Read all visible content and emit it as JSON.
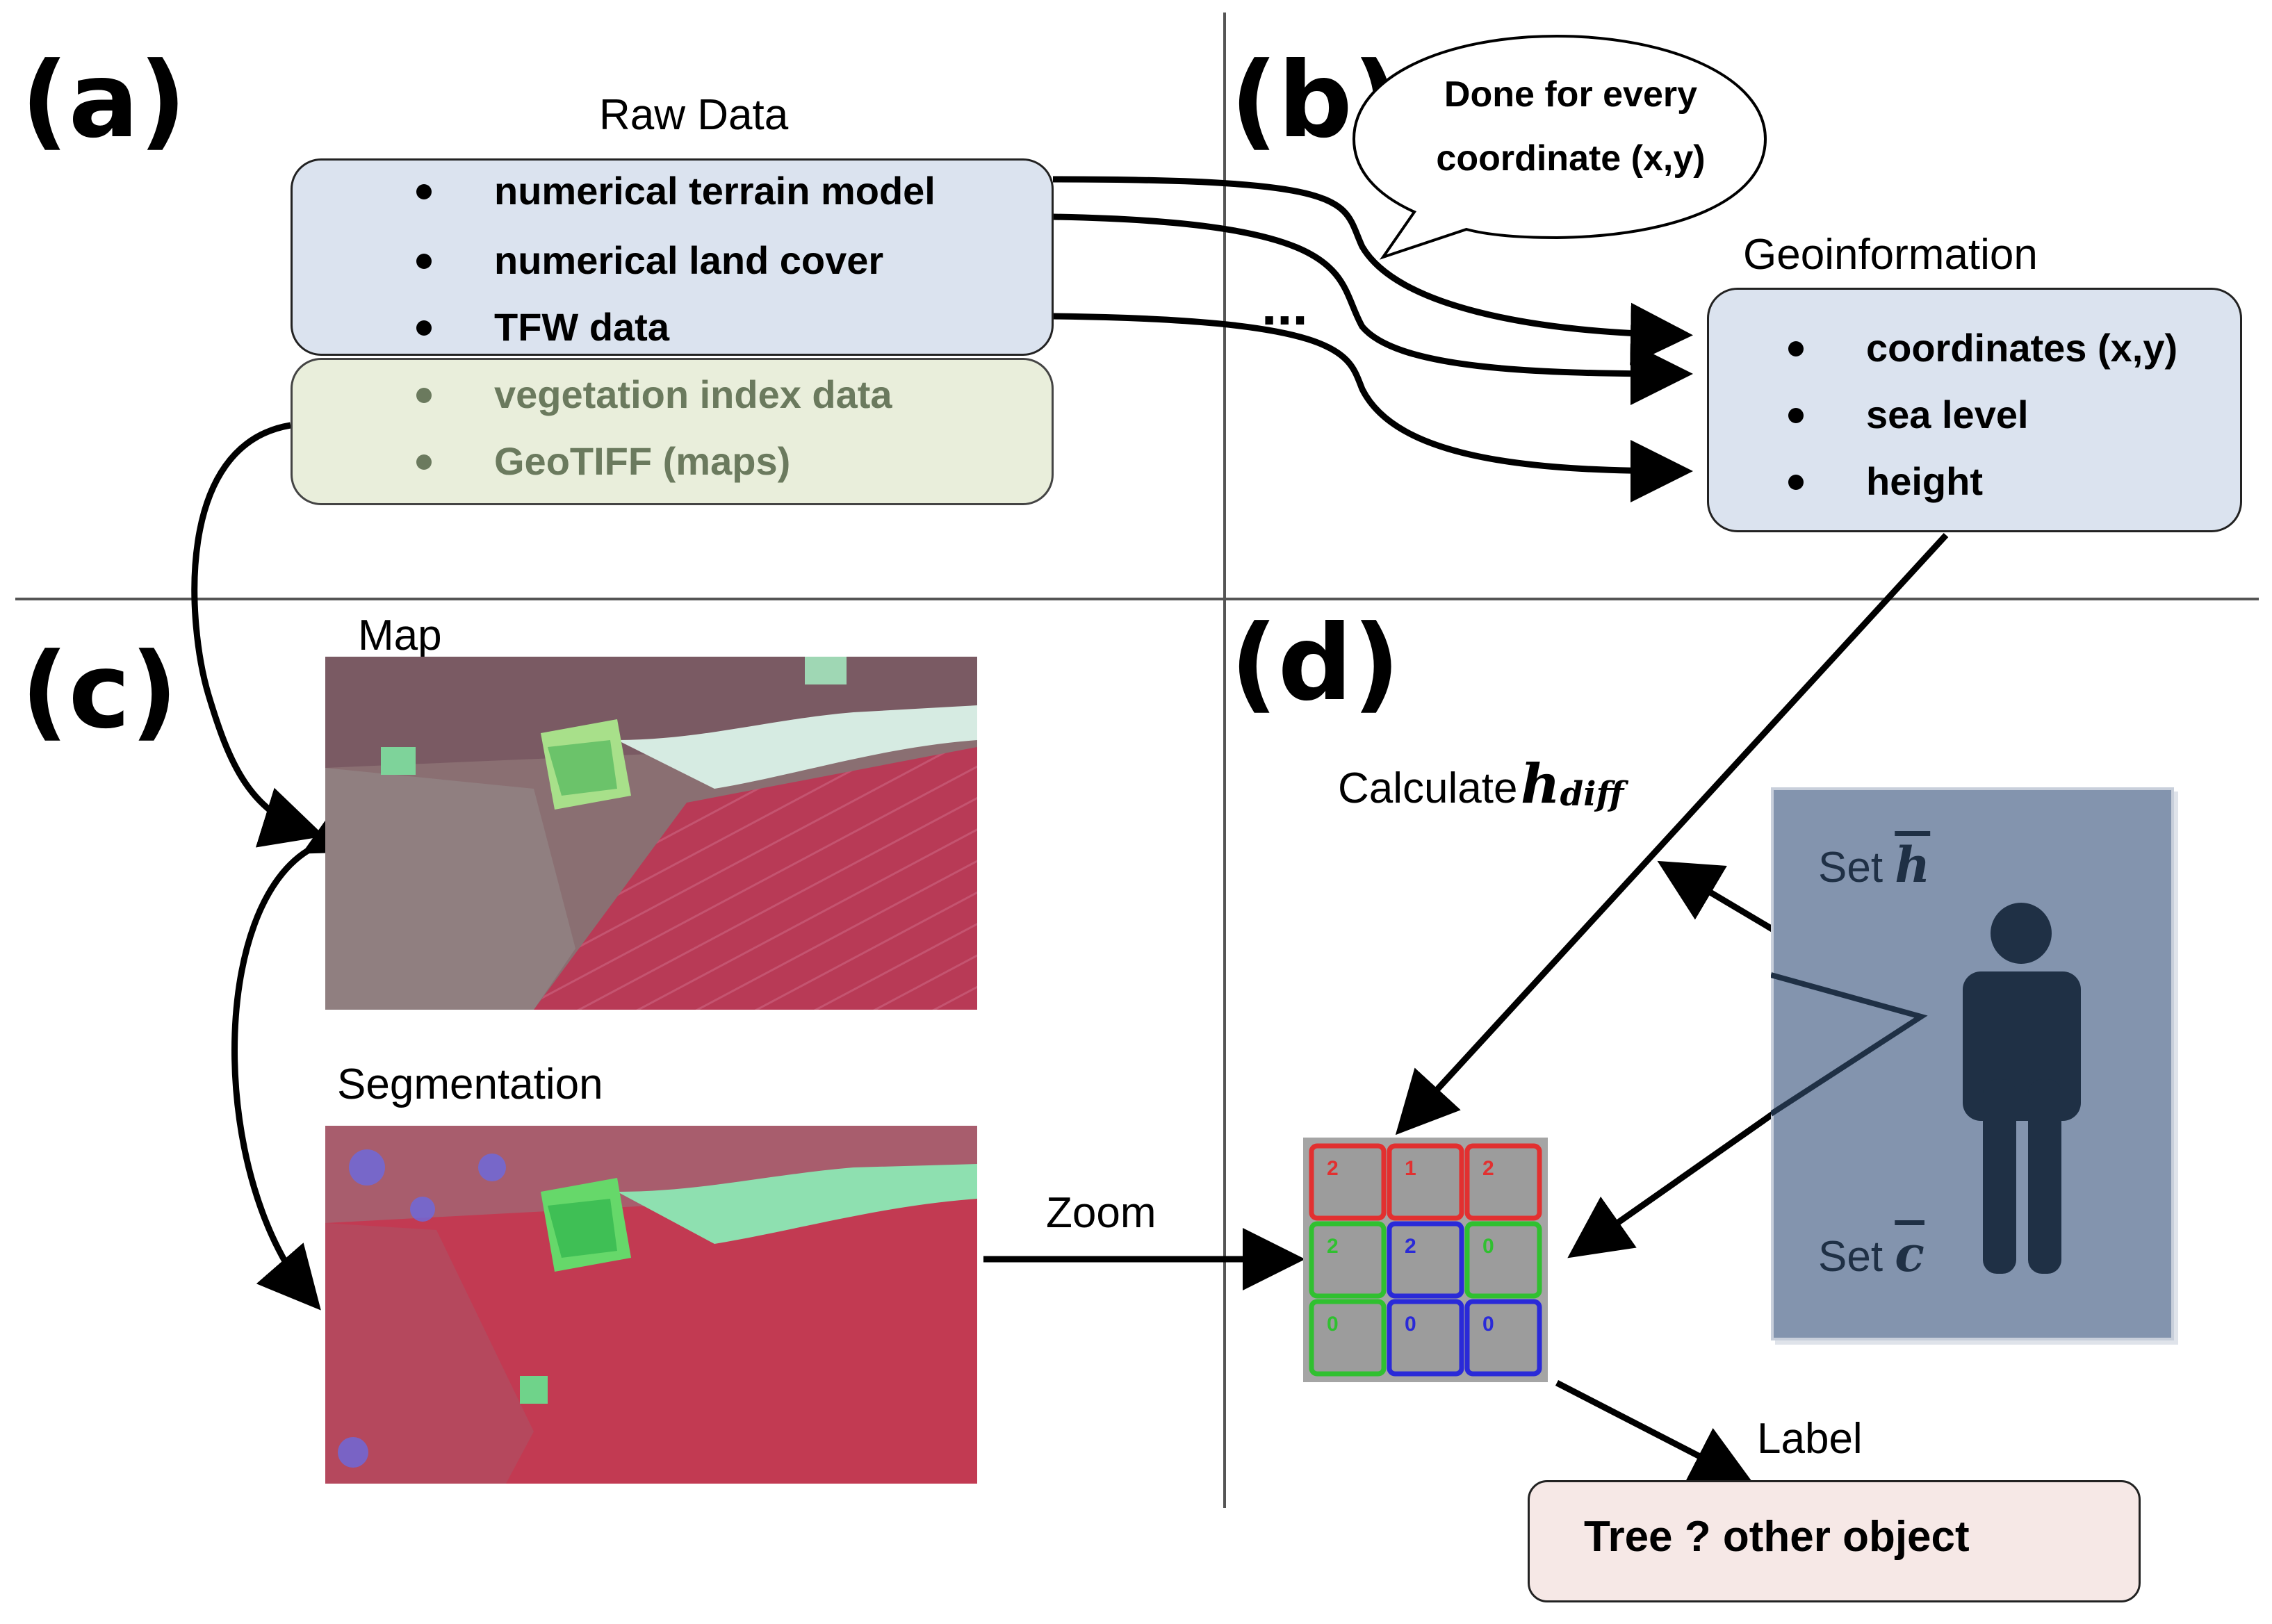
{
  "panels": {
    "a": "(a)",
    "b": "(b)",
    "c": "(c)",
    "d": "(d)"
  },
  "raw_data": {
    "title": "Raw Data",
    "primary_items": [
      "numerical terrain model",
      "numerical land cover",
      "TFW data"
    ],
    "secondary_items": [
      "vegetation index data",
      "GeoTIFF (maps)"
    ]
  },
  "callout": {
    "line1": "Done for every",
    "line2": "coordinate (x,y)"
  },
  "ellipsis": "...",
  "geoinformation": {
    "title": "Geoinformation",
    "items": [
      "coordinates (x,y)",
      "sea level",
      "height"
    ]
  },
  "map": {
    "title": "Map"
  },
  "segmentation": {
    "title": "Segmentation"
  },
  "zoom": {
    "label": "Zoom"
  },
  "calculate": {
    "text": "Calculate",
    "symbol": "h",
    "subscript": "diff"
  },
  "user_panel": {
    "set_h": "Set",
    "set_h_symbol": "h",
    "set_c": "Set",
    "set_c_symbol": "c"
  },
  "grid": {
    "values": [
      [
        "2",
        "1",
        "2"
      ],
      [
        "2",
        "2",
        "0"
      ],
      [
        "0",
        "0",
        "0"
      ]
    ],
    "colors": [
      [
        "red",
        "red",
        "red"
      ],
      [
        "green",
        "blue",
        "green"
      ],
      [
        "green",
        "blue",
        "blue"
      ]
    ]
  },
  "label": {
    "title": "Label",
    "text": "Tree ? other object"
  },
  "colors": {
    "raw_box": "#dbe3ef",
    "veg_box": "#e9eedb",
    "geo_box": "#dbe3ef",
    "label_box": "#f6e8e6",
    "user_panel": "#8394ae",
    "person": "#1f3045",
    "grid_red": "#e23030",
    "grid_green": "#30c030",
    "grid_blue": "#2a2ad8"
  }
}
